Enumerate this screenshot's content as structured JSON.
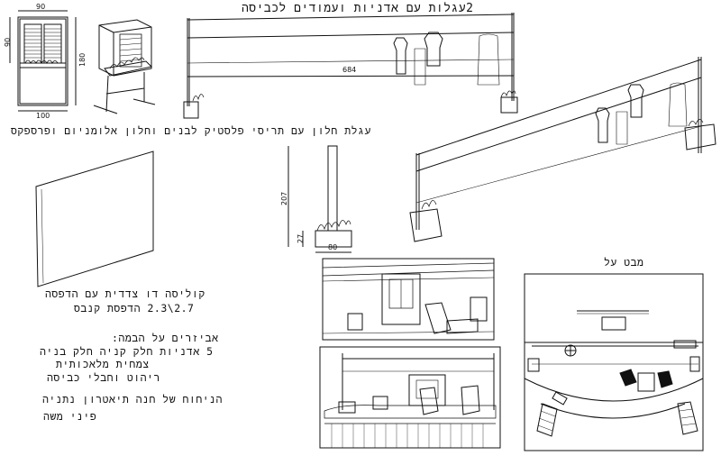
{
  "titles": {
    "main": "2עגלות עם אדניות ועמודים לכביסה",
    "window_cart": "עגלת חלון עם תריסי פלסטיק לבנים  וחלון אלומניום ופרספקס",
    "plan": "מבט על"
  },
  "dimensions": {
    "window_width": "90",
    "window_height_left": "90",
    "window_height_right": "180",
    "cart_width": "100",
    "rail_length": "684",
    "pole_height": "207",
    "planter_height": "27",
    "planter_width": "80"
  },
  "notes": {
    "flat_line1": "קוליסה דו צדדית עם הדפסה",
    "flat_line2": "2.7\\2.3      הדפסת קנבס",
    "props_title": "אביזרים על הבמה:",
    "props_item1": "5 אדניות חלק קניה חלק בניה",
    "props_item2": "צמחית מלאכותית",
    "props_item3": "ריהוט וחבלי כביסה",
    "venue": "הניחוח של חנה תיאטרון נתניה",
    "designer": "פיני משה"
  }
}
